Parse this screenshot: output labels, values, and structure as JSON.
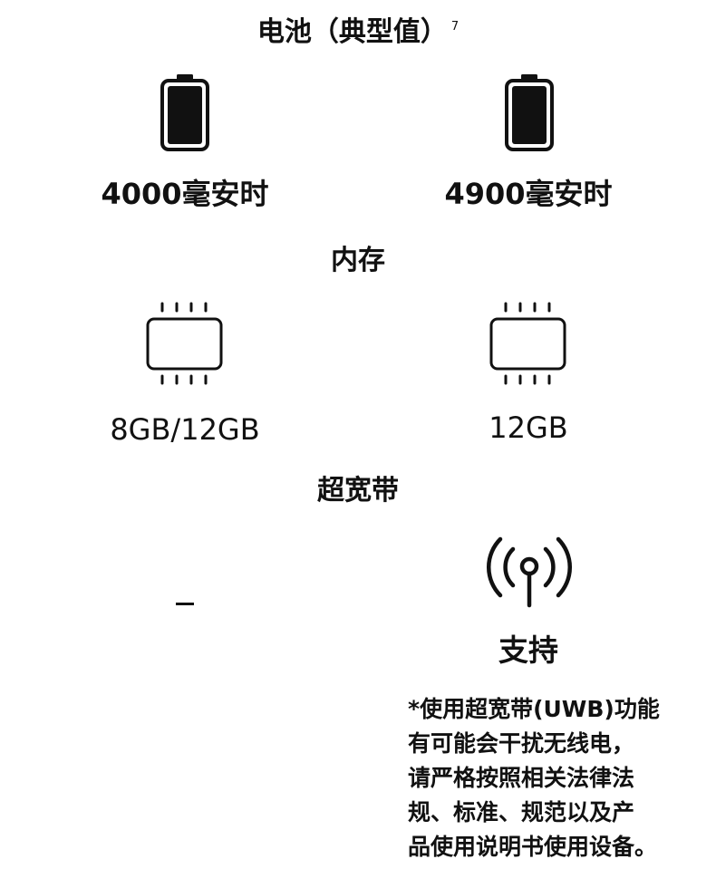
{
  "battery": {
    "title": "电池（典型值）",
    "footnote_ref": "7",
    "left_value": "4000毫安时",
    "right_value": "4900毫安时",
    "icon": "battery-icon"
  },
  "memory": {
    "title": "内存",
    "left_value": "8GB/12GB",
    "right_value": "12GB",
    "icon": "memory-chip-icon"
  },
  "uwb": {
    "title": "超宽带",
    "left_value": "–",
    "right_value": "支持",
    "icon": "uwb-antenna-icon",
    "note_lines": [
      "*使用超宽带(UWB)功能",
      "有可能会干扰无线电，",
      "请严格按照相关法律法",
      "规、标准、规范以及产",
      "品使用说明书使用设备。"
    ]
  }
}
